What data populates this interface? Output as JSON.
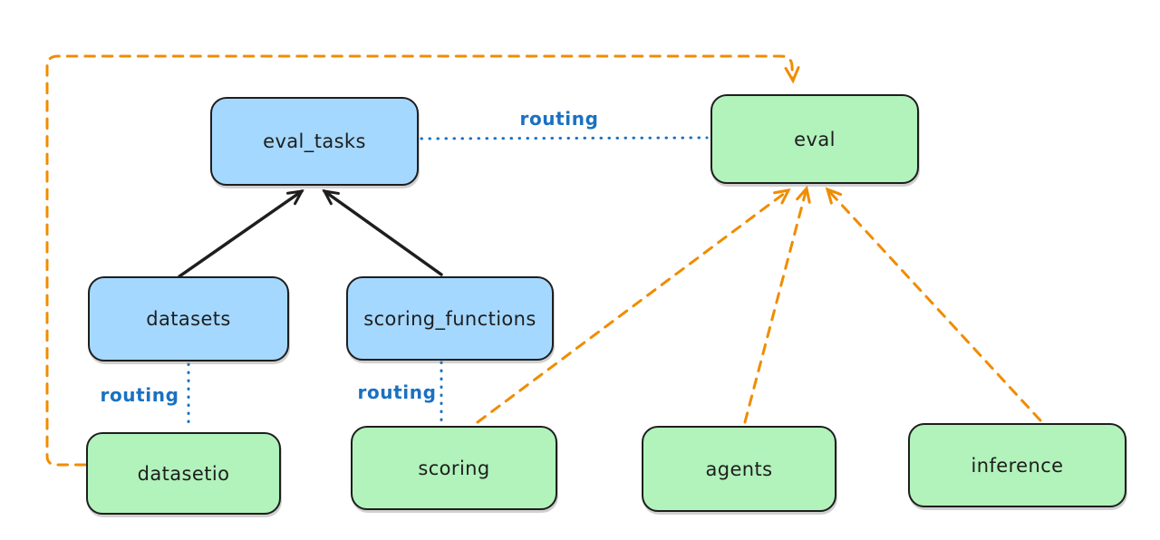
{
  "diagram": {
    "nodes": [
      {
        "id": "eval_tasks",
        "label": "eval_tasks",
        "color": "blue"
      },
      {
        "id": "eval",
        "label": "eval",
        "color": "green"
      },
      {
        "id": "datasets",
        "label": "datasets",
        "color": "blue"
      },
      {
        "id": "scoring_functions",
        "label": "scoring_functions",
        "color": "blue"
      },
      {
        "id": "datasetio",
        "label": "datasetio",
        "color": "green"
      },
      {
        "id": "scoring",
        "label": "scoring",
        "color": "green"
      },
      {
        "id": "agents",
        "label": "agents",
        "color": "green"
      },
      {
        "id": "inference",
        "label": "inference",
        "color": "green"
      }
    ],
    "edges": [
      {
        "from": "datasets",
        "to": "eval_tasks",
        "style": "solid",
        "color": "black",
        "label": ""
      },
      {
        "from": "scoring_functions",
        "to": "eval_tasks",
        "style": "solid",
        "color": "black",
        "label": ""
      },
      {
        "from": "eval_tasks",
        "to": "eval",
        "style": "dotted",
        "color": "blue",
        "label": "routing"
      },
      {
        "from": "datasets",
        "to": "datasetio",
        "style": "dotted",
        "color": "blue",
        "label": "routing"
      },
      {
        "from": "scoring_functions",
        "to": "scoring",
        "style": "dotted",
        "color": "blue",
        "label": "routing"
      },
      {
        "from": "datasetio",
        "to": "eval",
        "style": "dashed",
        "color": "orange",
        "label": ""
      },
      {
        "from": "scoring",
        "to": "eval",
        "style": "dashed",
        "color": "orange",
        "label": ""
      },
      {
        "from": "agents",
        "to": "eval",
        "style": "dashed",
        "color": "orange",
        "label": ""
      },
      {
        "from": "inference",
        "to": "eval",
        "style": "dashed",
        "color": "orange",
        "label": ""
      }
    ],
    "colors": {
      "blue_fill": "#a5d8ff",
      "green_fill": "#b2f2bb",
      "stroke": "#1e1e1e",
      "routing_blue": "#1971c2",
      "orange": "#f08c00"
    }
  }
}
